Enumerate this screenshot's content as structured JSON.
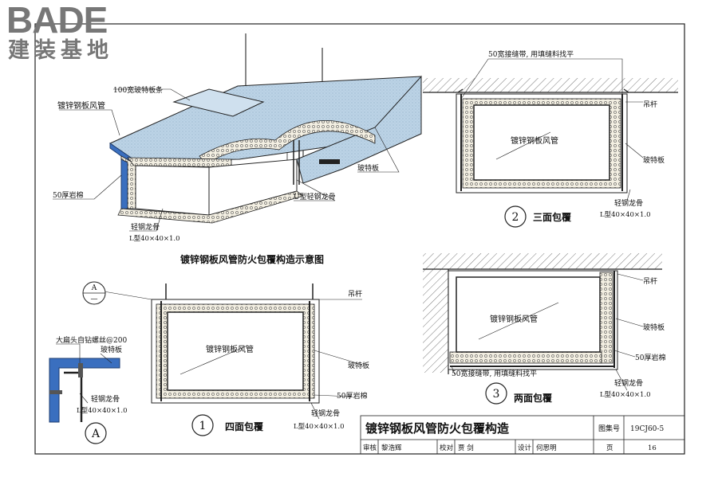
{
  "logo": {
    "brand": "BADE",
    "subtitle": "建装基地"
  },
  "labels": {
    "iso_strip": "100宽玻特板条",
    "iso_duct": "镀锌钢板风管",
    "iso_wool": "50厚岩棉",
    "iso_keel": "轻钢龙骨",
    "iso_keel_size": "L型40×40×1.0",
    "iso_board": "玻特板",
    "iso_ukeel": "U型轻钢龙骨",
    "iso_caption": "镀锌钢板风管防火包覆构造示意图",
    "d2_tape": "50宽接缝带, 用填缝料找平",
    "d2_duct": "镀锌钢板风管",
    "d2_rod": "吊杆",
    "d2_board": "玻特板",
    "d2_keel": "轻钢龙骨",
    "d2_keel_size": "L型40×40×1.0",
    "d2_num": "2",
    "d2_title": "三面包覆",
    "d3_rod": "吊杆",
    "d3_duct": "镀锌钢板风管",
    "d3_board": "玻特板",
    "d3_wool": "50厚岩棉",
    "d3_tape": "50宽接缝带, 用填缝料找平",
    "d3_keel": "轻钢龙骨",
    "d3_keel_size": "L型40×40×1.0",
    "d3_num": "3",
    "d3_title": "两面包覆",
    "d1_rod": "吊杆",
    "d1_duct": "镀锌钢板风管",
    "d1_board": "玻特板",
    "d1_wool": "50厚岩棉",
    "d1_keel": "轻钢龙骨",
    "d1_keel_size": "L型40×40×1.0",
    "d1_num": "1",
    "d1_title": "四面包覆",
    "section_mark_top": "A",
    "section_mark_bottom": "—",
    "da_screw": "大扁头自钻螺丝@200",
    "da_board": "玻特板",
    "da_keel": "轻钢龙骨",
    "da_keel_size": "L型40×40×1.0",
    "da_num": "A"
  },
  "title_block": {
    "title": "镀锌钢板风管防火包覆构造",
    "atlas_label": "图集号",
    "atlas_no": "19CJ60-5",
    "review_label": "审核",
    "reviewer": "黎浩辉",
    "check_label": "校对",
    "checker": "贾 剑",
    "design_label": "设计",
    "designer": "何思明",
    "page_label": "页",
    "page_no": "16"
  },
  "colors": {
    "board": "#b8d2e6",
    "wool": "#f2efe4",
    "frame": "#222",
    "edge_blue": "#3a6fbf"
  }
}
